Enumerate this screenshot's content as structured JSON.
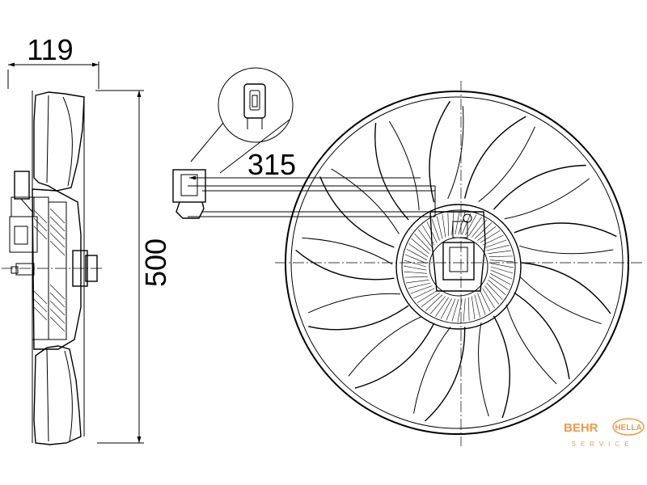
{
  "dimensions": {
    "depth": "119",
    "reach": "315",
    "diameter": "500"
  },
  "brand": {
    "behr": "BEHR",
    "hella": "HELLA",
    "service": "SERVICE",
    "behr_color": "#f29a4a",
    "hella_color": "#f29a4a"
  }
}
